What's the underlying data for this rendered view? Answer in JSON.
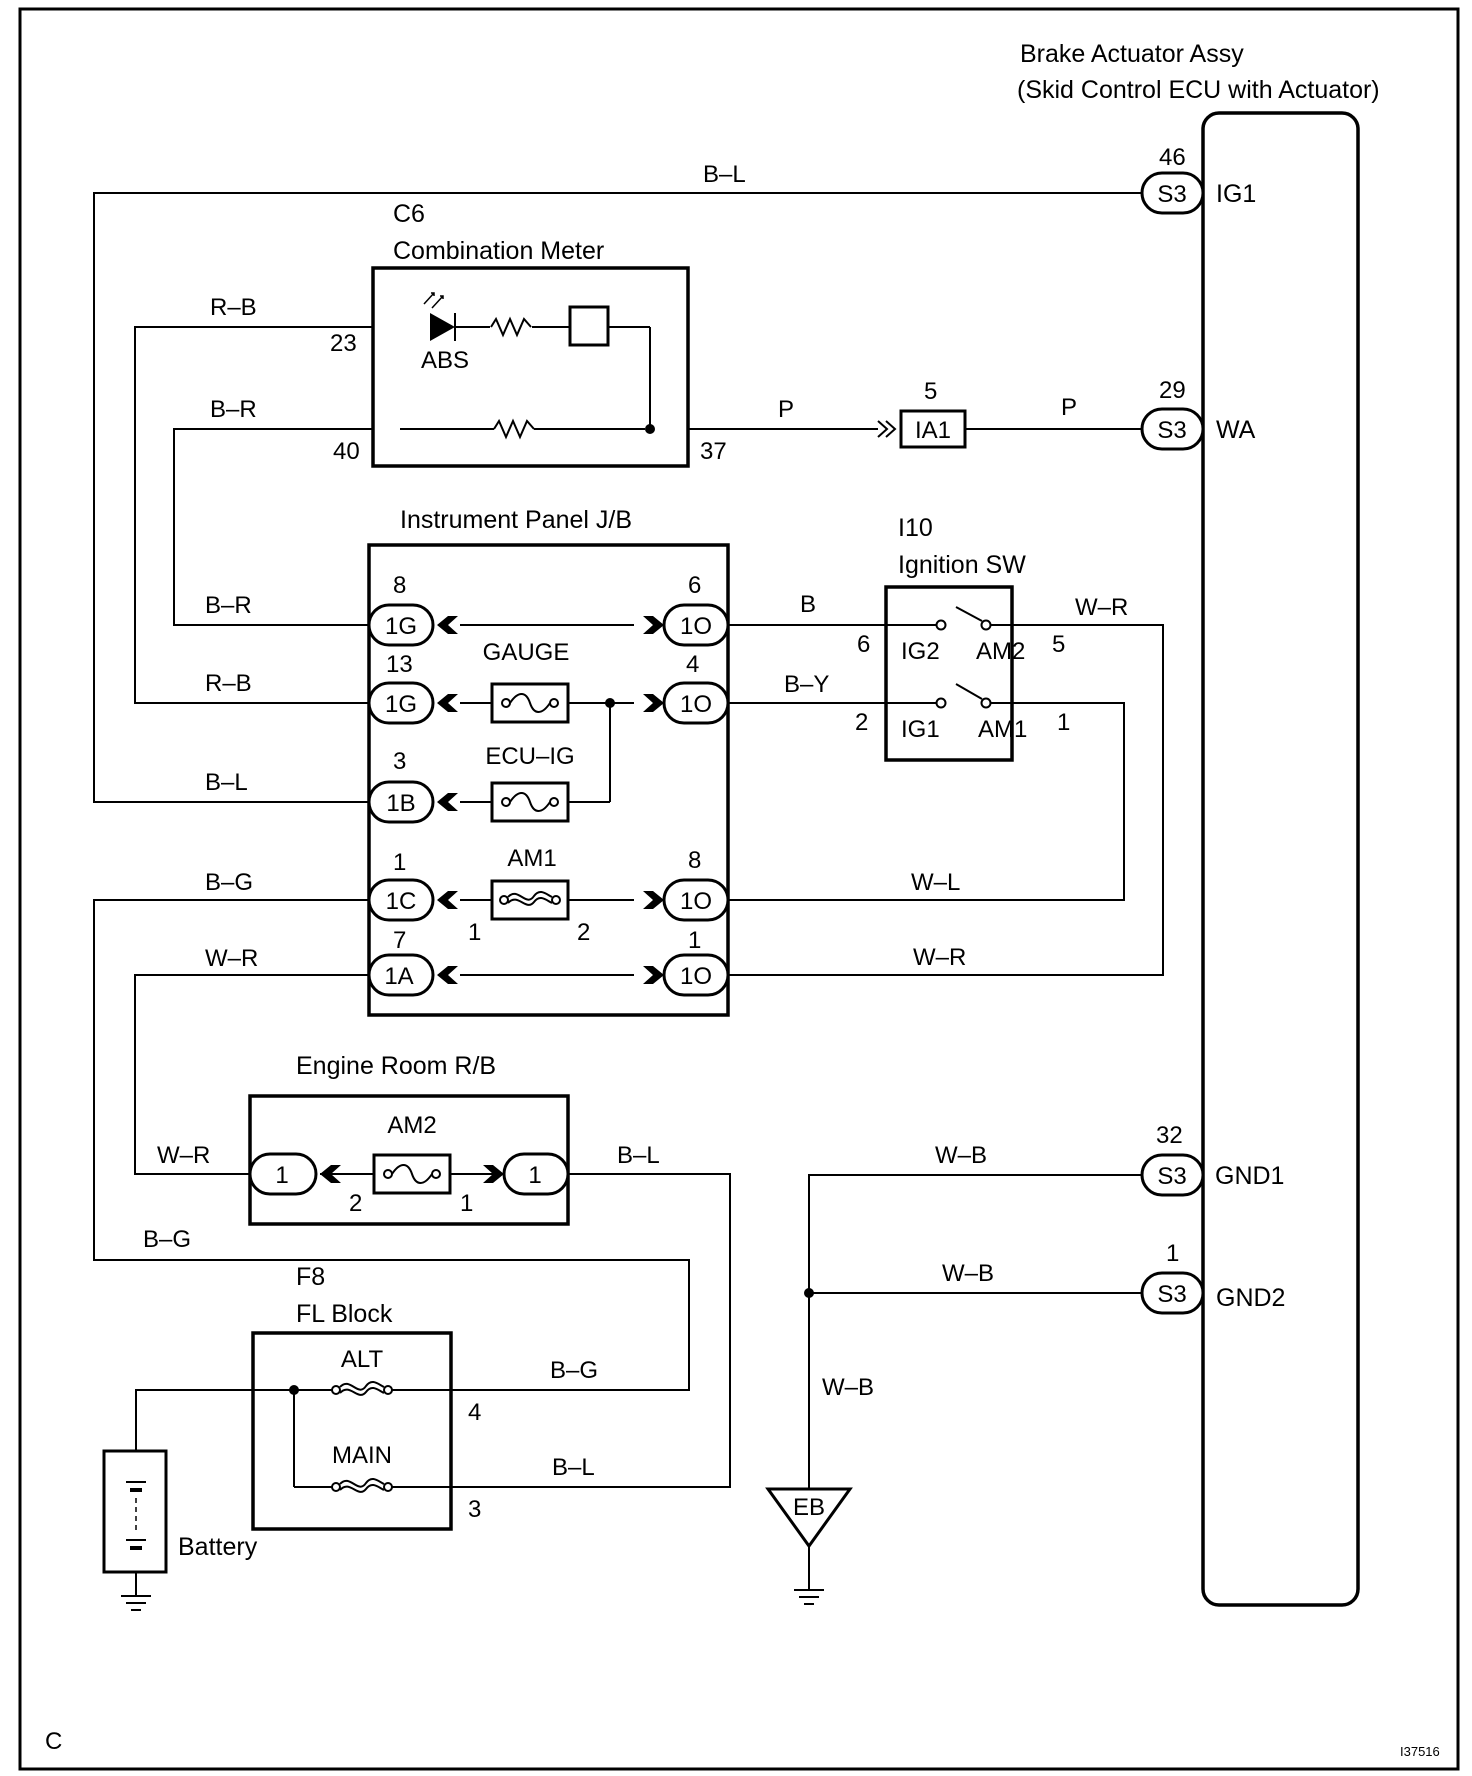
{
  "brake_actuator": {
    "title": "Brake Actuator Assy",
    "subtitle": "(Skid Control ECU with Actuator)",
    "pins": [
      {
        "number": "46",
        "connector": "S3",
        "signal": "IG1"
      },
      {
        "number": "29",
        "connector": "S3",
        "signal": "WA"
      },
      {
        "number": "32",
        "connector": "S3",
        "signal": "GND1"
      },
      {
        "number": "1",
        "connector": "S3",
        "signal": "GND2"
      }
    ]
  },
  "combination_meter": {
    "code": "C6",
    "title": "Combination Meter",
    "lamp": "ABS",
    "pins": [
      "23",
      "40",
      "37"
    ]
  },
  "junction_block": {
    "title": "Instrument Panel J/B",
    "fuses": [
      "GAUGE",
      "ECU–IG",
      "AM1"
    ],
    "left_connectors": [
      {
        "pin": "8",
        "name": "1G"
      },
      {
        "pin": "13",
        "name": "1G"
      },
      {
        "pin": "3",
        "name": "1B"
      },
      {
        "pin": "1",
        "name": "1C"
      },
      {
        "pin": "7",
        "name": "1A"
      }
    ],
    "right_connectors": [
      {
        "pin": "6",
        "name": "1O"
      },
      {
        "pin": "4",
        "name": "1O"
      },
      {
        "pin": "8",
        "name": "1O"
      },
      {
        "pin": "1",
        "name": "1O"
      }
    ],
    "am1_pins": [
      "1",
      "2"
    ]
  },
  "ignition_switch": {
    "code": "I10",
    "title": "Ignition SW",
    "terminals": [
      "IG2",
      "AM2",
      "IG1",
      "AM1"
    ],
    "pins": [
      "6",
      "5",
      "2",
      "1"
    ]
  },
  "relay_block": {
    "title": "Engine Room R/B",
    "fuse": "AM2",
    "connectors": [
      "1",
      "1"
    ],
    "fuse_pins": [
      "2",
      "1"
    ]
  },
  "fusible_link": {
    "code": "F8",
    "title": "FL Block",
    "links": [
      "ALT",
      "MAIN"
    ],
    "pins": [
      "4",
      "3"
    ]
  },
  "battery": {
    "label": "Battery"
  },
  "inline_connector": {
    "name": "IA1",
    "pin": "5"
  },
  "ground": {
    "label": "EB"
  },
  "wire_colors": {
    "b_l": "B–L",
    "r_b": "R–B",
    "b_r": "B–R",
    "p": "P",
    "b": "B",
    "b_y": "B–Y",
    "w_r": "W–R",
    "b_g": "B–G",
    "w_l": "W–L",
    "w_b": "W–B"
  },
  "footer": {
    "section": "C",
    "figure_id": "I37516"
  }
}
